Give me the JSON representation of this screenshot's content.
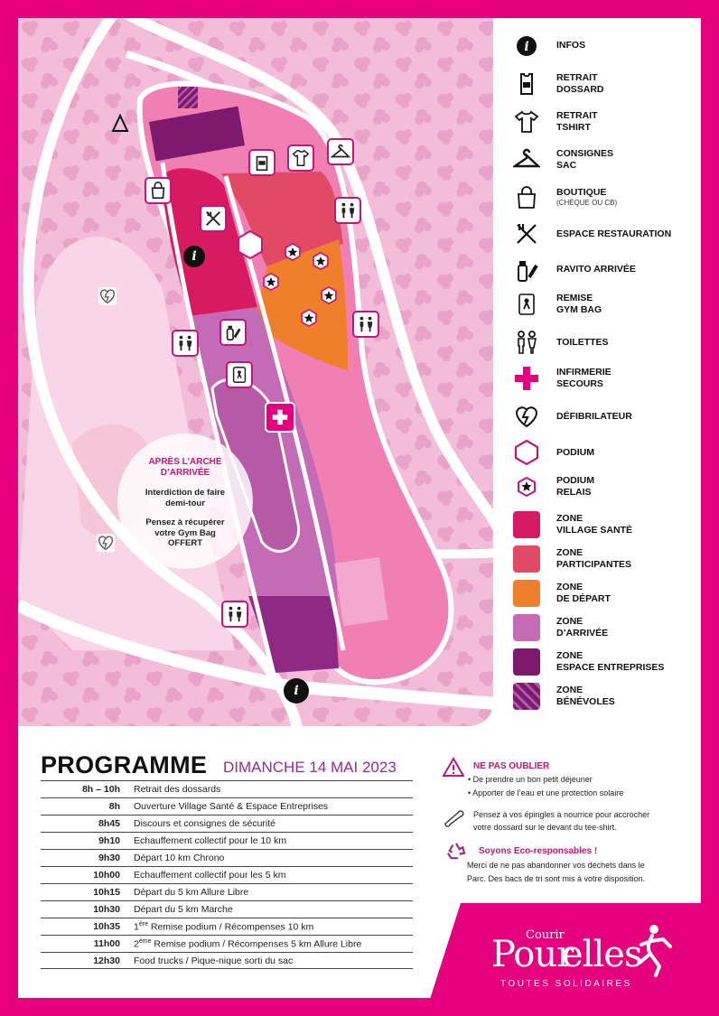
{
  "colors": {
    "frame": "#e5007e",
    "zone_village_sante": "#d81b60",
    "zone_participantes": "#e24a63",
    "zone_depart": "#f07f2c",
    "zone_arrivee": "#c46bb5",
    "zone_espace_entreprises": "#7e1a6d",
    "zone_benevoles": "#7e1a6d",
    "map_park": "#f5c6df",
    "map_route": "#f07fb4",
    "icon_border": "#c1177c"
  },
  "legend": [
    {
      "icon": "info-icon",
      "label": "INFOS"
    },
    {
      "icon": "bib-icon",
      "label": "RETRAIT\nDOSSARD"
    },
    {
      "icon": "tshirt-icon",
      "label": "RETRAIT\nTSHIRT"
    },
    {
      "icon": "hanger-icon",
      "label": "CONSIGNES\nSAC"
    },
    {
      "icon": "bag-icon",
      "label": "BOUTIQUE",
      "sub": "(CHÈQUE OU CB)"
    },
    {
      "icon": "fork-knife-icon",
      "label": "ESPACE RESTAURATION"
    },
    {
      "icon": "bottle-icon",
      "label": "RAVITO ARRIVÉE"
    },
    {
      "icon": "gym-bag-icon",
      "label": "REMISE\nGYM BAG"
    },
    {
      "icon": "toilets-icon",
      "label": "TOILETTES"
    },
    {
      "icon": "cross-icon",
      "label": "INFIRMERIE\nSECOURS"
    },
    {
      "icon": "defibrillator-icon",
      "label": "DÉFIBRILATEUR"
    },
    {
      "icon": "hexagon-icon",
      "label": "PODIUM"
    },
    {
      "icon": "star-icon",
      "label": "PODIUM\nRELAIS"
    },
    {
      "icon": "swatch-village",
      "label": "ZONE\nVILLAGE SANTÉ"
    },
    {
      "icon": "swatch-participantes",
      "label": "ZONE\nPARTICIPANTES"
    },
    {
      "icon": "swatch-depart",
      "label": "ZONE\nDE DÉPART"
    },
    {
      "icon": "swatch-arrivee",
      "label": "ZONE\nD’ARRIVÉE"
    },
    {
      "icon": "swatch-entreprises",
      "label": "ZONE\nESPACE ENTREPRISES"
    },
    {
      "icon": "swatch-benevoles",
      "label": "ZONE\nBÉNÉVOLES"
    }
  ],
  "callout": {
    "title_1": "APRÈS L’ARCHE",
    "title_2": "D’ARRIVÉE",
    "line_1": "Interdiction de faire",
    "line_2": "demi-tour",
    "line_3": "Pensez à récupérer",
    "line_4": "votre Gym Bag",
    "line_5": "OFFERT"
  },
  "map_labels": {
    "info": "i"
  },
  "programme": {
    "title": "PROGRAMME",
    "date": "DIMANCHE 14 MAI 2023",
    "rows": [
      {
        "time": "8h – 10h",
        "desc": "Retrait des dossards"
      },
      {
        "time": "8h",
        "desc": "Ouverture Village Santé & Espace Entreprises"
      },
      {
        "time": "8h45",
        "desc": "Discours et consignes de sécurité"
      },
      {
        "time": "9h10",
        "desc": "Echauffement collectif pour le 10 km"
      },
      {
        "time": "9h30",
        "desc": "Départ 10 km Chrono"
      },
      {
        "time": "10h00",
        "desc": "Echauffement collectif pour les 5 km"
      },
      {
        "time": "10h15",
        "desc": "Départ du 5 km Allure Libre"
      },
      {
        "time": "10h30",
        "desc": "Départ du 5 km Marche"
      },
      {
        "time": "10h35",
        "num": "1",
        "sup": "ère",
        "desc": " Remise podium / Récompenses 10 km"
      },
      {
        "time": "11h00",
        "num": "2",
        "sup": "ème",
        "desc": " Remise podium / Récompenses 5 km Allure Libre"
      },
      {
        "time": "12h30",
        "desc": "Food trucks / Pique-nique sorti du sac"
      }
    ]
  },
  "reminders": {
    "forget_title": "NE PAS OUBLIER",
    "forget_1": "• De prendre un bon petit déjeuner",
    "forget_2": "• Apporter de l’eau et une protection solaire",
    "pin_1": "Pensez à vos épingles à nourrice pour accrocher",
    "pin_2": "votre dossard sur  le devant du tee-shirt.",
    "eco_title": "Soyons Eco-responsables !",
    "eco_1": "Merci de ne pas abandonner vos déchets dans le",
    "eco_2": "Parc. Des bacs de tri sont mis à votre disposition."
  },
  "logo": {
    "courir": "Courir",
    "pour": "Pour",
    "elles": "elles",
    "tagline": "TOUTES SOLIDAIRES"
  }
}
